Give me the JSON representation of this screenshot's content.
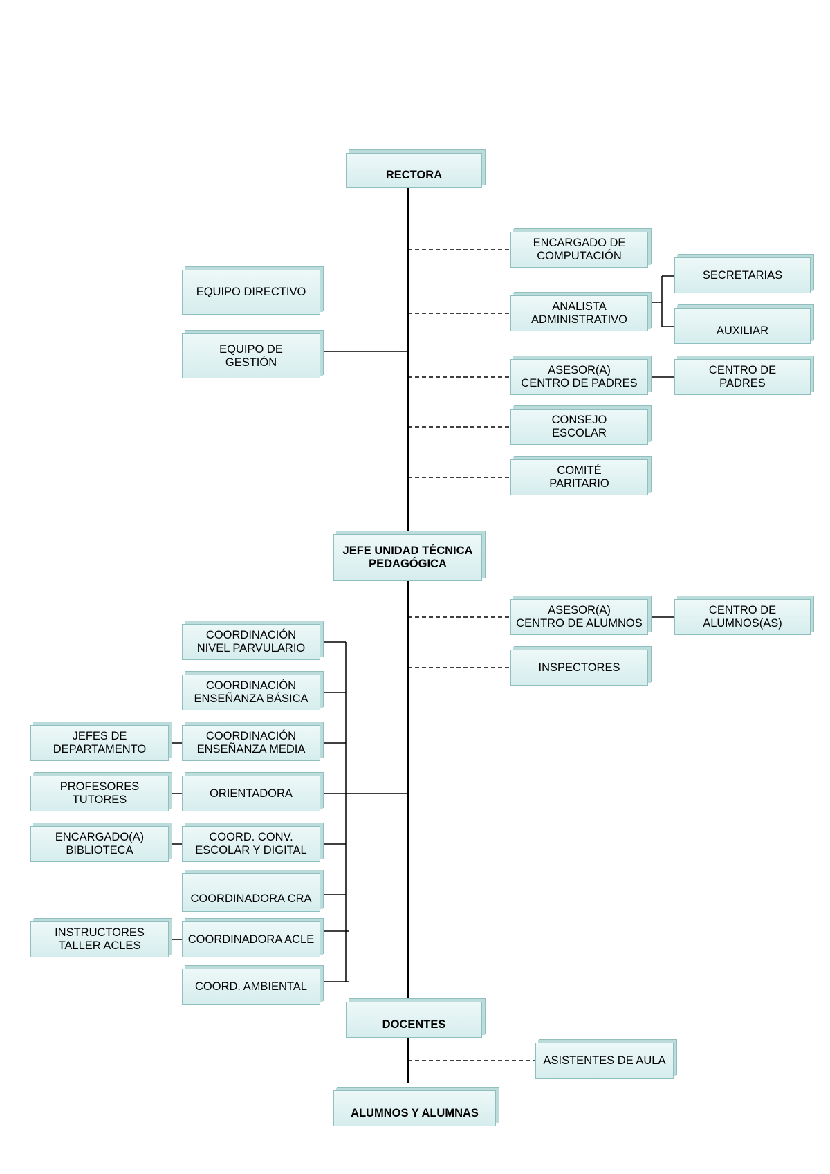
{
  "org_chart": {
    "rectora": "RECTORA",
    "encargado_computacion": "ENCARGADO DE\nCOMPUTACIÓN",
    "secretarias": "SECRETARIAS",
    "equipo_directivo": "EQUIPO DIRECTIVO",
    "analista_administrativo": "ANALISTA\nADMINISTRATIVO",
    "auxiliar": "AUXILIAR",
    "equipo_gestion": "EQUIPO DE\nGESTIÓN",
    "asesor_centro_padres": "ASESOR(A)\nCENTRO DE PADRES",
    "centro_padres": "CENTRO DE\nPADRES",
    "consejo_escolar": "CONSEJO\nESCOLAR",
    "comite_paritario": "COMITÉ\nPARITARIO",
    "jefe_utp": "JEFE UNIDAD TÉCNICA\nPEDAGÓGICA",
    "asesor_centro_alumnos": "ASESOR(A)\nCENTRO DE ALUMNOS",
    "centro_alumnos": "CENTRO DE\nALUMNOS(AS)",
    "coord_parvulario": "COORDINACIÓN\nNIVEL PARVULARIO",
    "inspectores": "INSPECTORES",
    "coord_basica": "COORDINACIÓN\nENSEÑANZA BÁSICA",
    "jefes_departamento": "JEFES  DE\nDEPARTAMENTO",
    "coord_media": "COORDINACIÓN\nENSEÑANZA MEDIA",
    "profesores_tutores": "PROFESORES\nTUTORES",
    "orientadora": "ORIENTADORA",
    "encargado_biblioteca": "ENCARGADO(A)\nBIBLIOTECA",
    "coord_conv_escolar": "COORD. CONV.\nESCOLAR Y DIGITAL",
    "coordinadora_cra": "COORDINADORA CRA",
    "instructores_taller": "INSTRUCTORES\nTALLER ACLES",
    "coordinadora_acle": "COORDINADORA ACLE",
    "coord_ambiental": "COORD. AMBIENTAL",
    "docentes": "DOCENTES",
    "asistentes_aula": "ASISTENTES DE AULA",
    "alumnos": "ALUMNOS Y ALUMNAS"
  }
}
